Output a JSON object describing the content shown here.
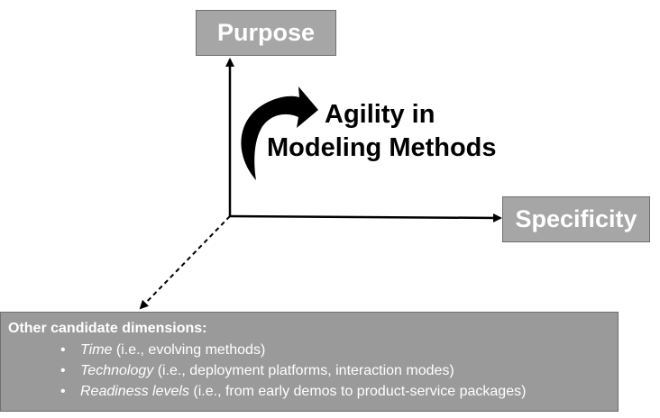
{
  "axes": {
    "vertical": {
      "label": "Purpose"
    },
    "horizontal": {
      "label": "Specificity"
    }
  },
  "center": {
    "line1": "Agility in",
    "line2": "Modeling Methods"
  },
  "dimensions": {
    "title": "Other candidate dimensions:",
    "bullet_glyph": "•",
    "items": [
      {
        "term": "Time",
        "detail": " (i.e., evolving methods)"
      },
      {
        "term": "Technology",
        "detail": " (i.e., deployment platforms, interaction modes)"
      },
      {
        "term": "Readiness levels",
        "detail": " (i.e., from early demos to product-service packages)"
      }
    ]
  },
  "colors": {
    "box_fill": "#a6a6a6",
    "list_box_fill": "#9a9a9a",
    "box_border": "#6f6f6f",
    "box_text": "#ffffff",
    "axis_line": "#000000"
  },
  "icons": {
    "curved_arrow": "curved-arrow-icon"
  }
}
